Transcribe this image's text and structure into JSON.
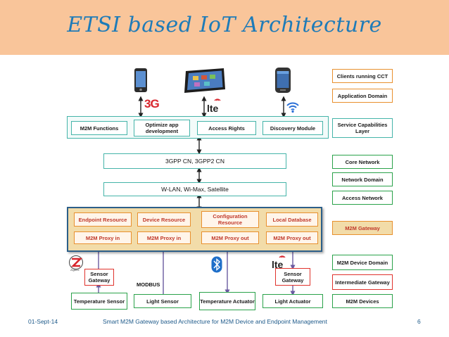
{
  "slide": {
    "title": "ETSI based IoT Architecture",
    "footer_date": "01-Sept-14",
    "footer_text": "Smart M2M Gateway based Architecture for M2M Device and Endpoint Management",
    "page_number": "6"
  },
  "network_icons": {
    "g3": "3G",
    "lte_top": "lte",
    "lte_bottom": "lte",
    "zigbee": "ZigBee"
  },
  "service_layer": [
    "M2M Functions",
    "Optimize app development",
    "Access Rights",
    "Discovery Module"
  ],
  "core_network": "3GPP CN, 3GPP2 CN",
  "access_network": "W-LAN, Wi-Max, Satellite",
  "gateway": {
    "resources": [
      "Endpoint Resource",
      "Device Resource",
      "Configuration Resource",
      "Local Database"
    ],
    "proxies": [
      "M2M Proxy in",
      "M2M Proxy in",
      "M2M Proxy  out",
      "M2M Proxy out"
    ]
  },
  "gateways_small": [
    "Sensor Gateway",
    "Sensor Gateway"
  ],
  "modbus": "MODBUS",
  "devices": [
    "Temperature Sensor",
    "Light Sensor",
    "Temperature Actuator",
    "Light Actuator"
  ],
  "right_labels": {
    "clients": "Clients running CCT",
    "app_domain": "Application Domain",
    "scl": "Service Capabilities Layer",
    "core_network": "Core Network",
    "network_domain": "Network Domain",
    "access_network": "Access Network",
    "m2m_gateway": "M2M Gateway",
    "device_domain": "M2M Device Domain",
    "intermediate": "Intermediate Gateway",
    "m2m_devices": "M2M Devices"
  },
  "colors": {
    "header": "#f9c59a",
    "title": "#1e7bb8",
    "teal": "#45b4a9",
    "orange": "#e8902e",
    "green": "#2aa24a",
    "red": "#e0332d"
  }
}
